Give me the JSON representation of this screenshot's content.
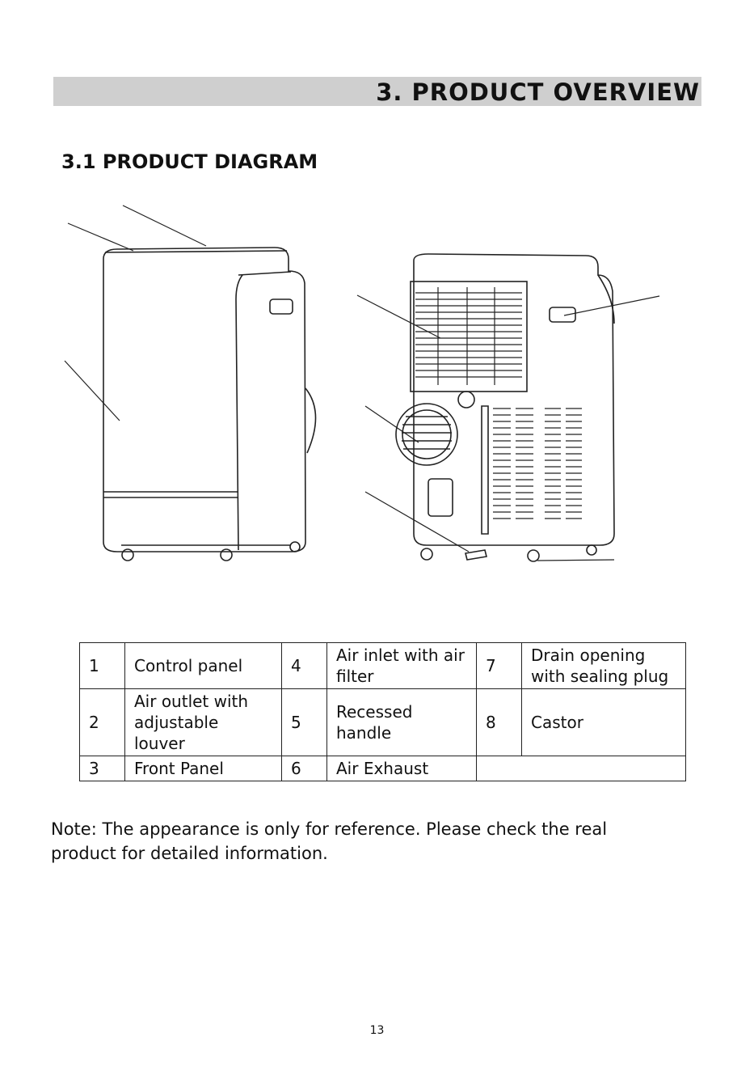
{
  "header": {
    "title": "3.  PRODUCT  OVERVIEW"
  },
  "section": {
    "title": "3.1 PRODUCT DIAGRAM"
  },
  "legend": {
    "rows": [
      [
        {
          "num": "1",
          "label": "Control panel"
        },
        {
          "num": "4",
          "label": "Air inlet with air filter"
        },
        {
          "num": "7",
          "label": "Drain opening with sealing plug"
        }
      ],
      [
        {
          "num": "2",
          "label": "Air outlet with adjustable louver"
        },
        {
          "num": "5",
          "label": "Recessed handle"
        },
        {
          "num": "8",
          "label": "Castor"
        }
      ],
      [
        {
          "num": "3",
          "label": "Front Panel"
        },
        {
          "num": "6",
          "label": "Air Exhaust"
        },
        {
          "num": "",
          "label": ""
        }
      ]
    ]
  },
  "note": "Note: The appearance is only for reference. Please check the real product for detailed information.",
  "page_number": "13"
}
